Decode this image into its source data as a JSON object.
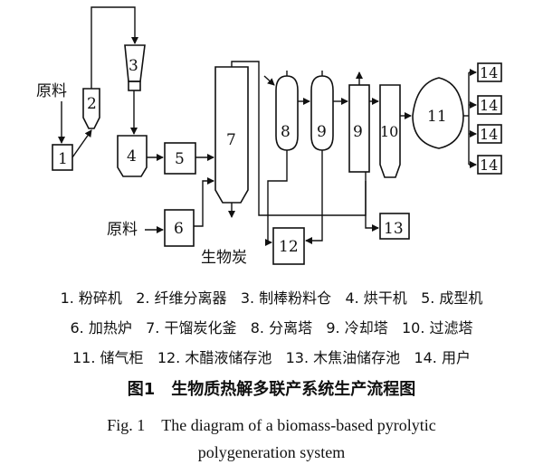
{
  "diagram": {
    "input_label_1": "原料",
    "input_label_2": "原料",
    "output_label_char": "生物炭",
    "unit_numbers": {
      "n1": "1",
      "n2": "2",
      "n3": "3",
      "n4": "4",
      "n5": "5",
      "n6": "6",
      "n7": "7",
      "n8": "8",
      "n9a": "9",
      "n9b": "9",
      "n10": "10",
      "n11": "11",
      "n12": "12",
      "n13": "13",
      "n14a": "14",
      "n14b": "14",
      "n14c": "14",
      "n14d": "14"
    }
  },
  "legend": {
    "row1": [
      "1. 粉碎机",
      "2. 纤维分离器",
      "3. 制棒粉料仓",
      "4. 烘干机",
      "5. 成型机"
    ],
    "row2": [
      "6. 加热炉",
      "7. 干馏炭化釜",
      "8. 分离塔",
      "9. 冷却塔",
      "10. 过滤塔"
    ],
    "row3": [
      "11. 储气柜",
      "12. 木醋液储存池",
      "13. 木焦油储存池",
      "14. 用户"
    ]
  },
  "caption": {
    "cn": "图1　生物质热解多联产系统生产流程图",
    "en_line1": "Fig. 1　The diagram of a biomass-based pyrolytic",
    "en_line2": "polygeneration system"
  }
}
